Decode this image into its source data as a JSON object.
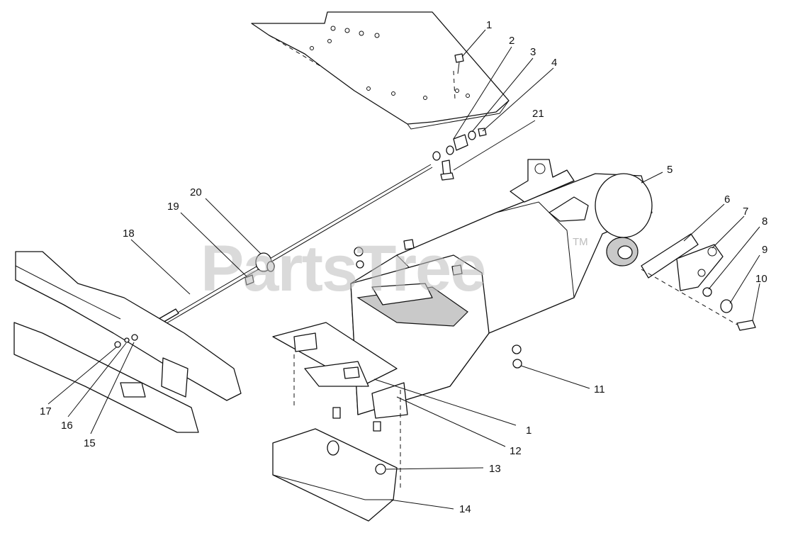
{
  "watermark": {
    "text": "PartsTree",
    "trademark": "TM"
  },
  "callouts": [
    {
      "id": "c1-top",
      "label": "1"
    },
    {
      "id": "c2",
      "label": "2"
    },
    {
      "id": "c3",
      "label": "3"
    },
    {
      "id": "c4",
      "label": "4"
    },
    {
      "id": "c21",
      "label": "21"
    },
    {
      "id": "c5",
      "label": "5"
    },
    {
      "id": "c6",
      "label": "6"
    },
    {
      "id": "c7",
      "label": "7"
    },
    {
      "id": "c8",
      "label": "8"
    },
    {
      "id": "c9",
      "label": "9"
    },
    {
      "id": "c10",
      "label": "10"
    },
    {
      "id": "c11",
      "label": "11"
    },
    {
      "id": "c1-bottom",
      "label": "1"
    },
    {
      "id": "c12",
      "label": "12"
    },
    {
      "id": "c13",
      "label": "13"
    },
    {
      "id": "c14",
      "label": "14"
    },
    {
      "id": "c15",
      "label": "15"
    },
    {
      "id": "c16",
      "label": "16"
    },
    {
      "id": "c17",
      "label": "17"
    },
    {
      "id": "c18",
      "label": "18"
    },
    {
      "id": "c19",
      "label": "19"
    },
    {
      "id": "c20",
      "label": "20"
    }
  ]
}
